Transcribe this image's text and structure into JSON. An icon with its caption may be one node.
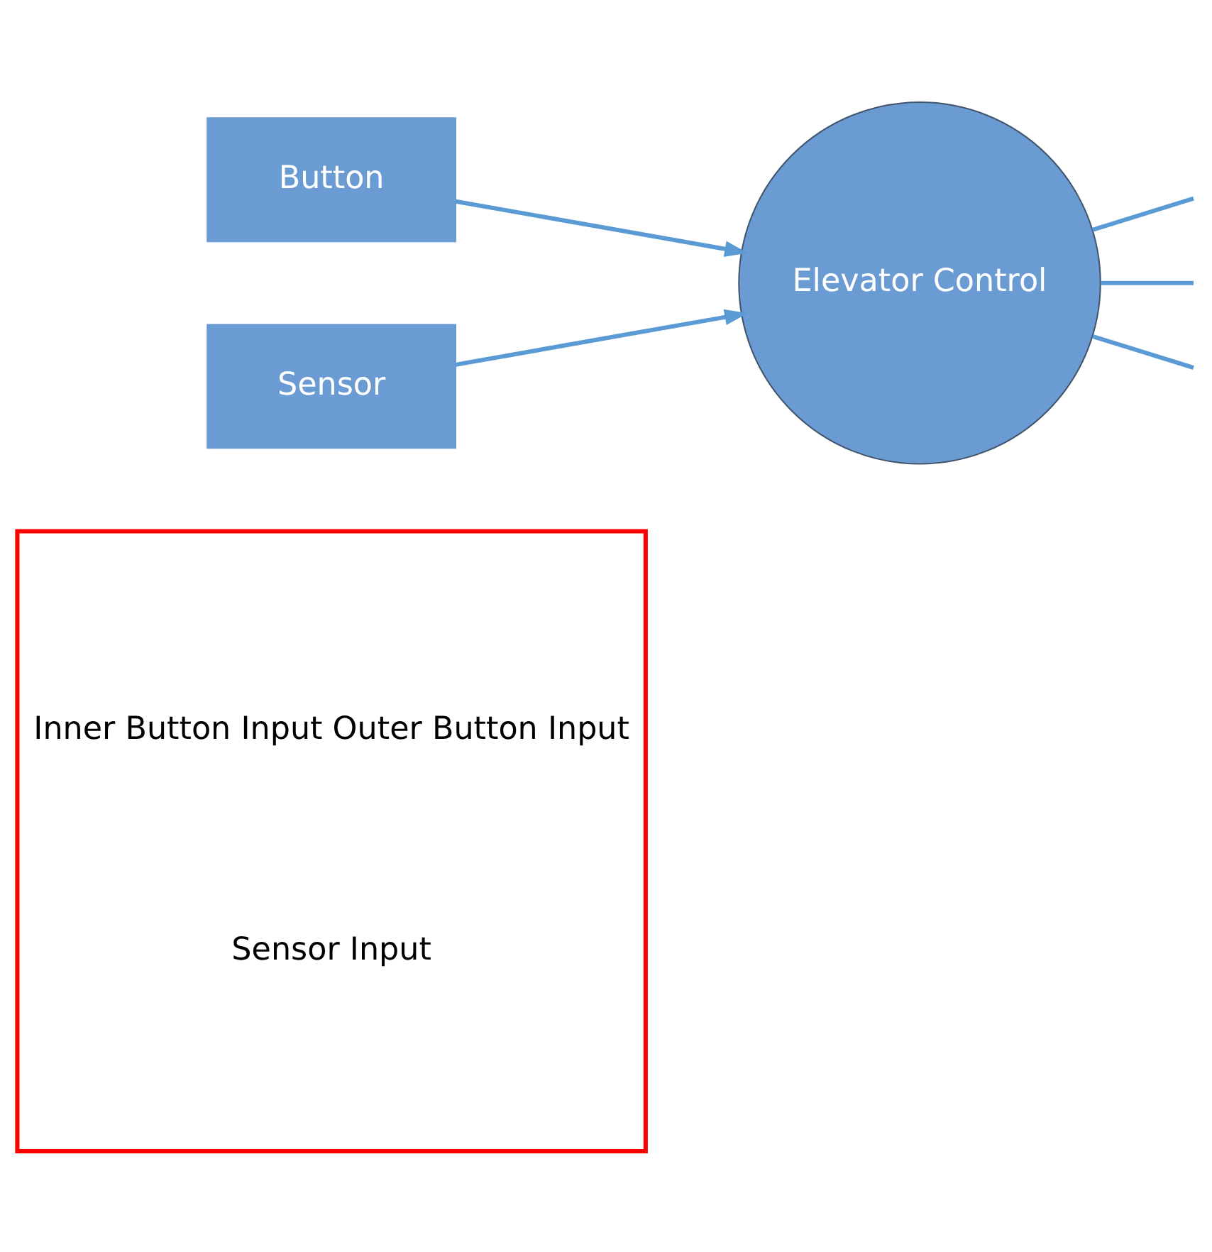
{
  "diagram": {
    "nodes": [
      {
        "text": [
          "Inner Button Input Outer Button Input",
          "Sensor Input"
        ]
      },
      {
        "text": [
          "Button"
        ]
      },
      {
        "text": [
          "Sensor"
        ]
      },
      {
        "text": [
          "Elevator Control"
        ]
      }
    ],
    "edges": [
      {
        "from": 1,
        "to": 3,
        "arrow": "to"
      },
      {
        "from": 2,
        "to": 3,
        "arrow": "to"
      },
      {
        "from": 3,
        "to": null,
        "arrow": "none"
      },
      {
        "from": 3,
        "to": null,
        "arrow": "none"
      },
      {
        "from": 3,
        "to": null,
        "arrow": "none"
      }
    ]
  }
}
